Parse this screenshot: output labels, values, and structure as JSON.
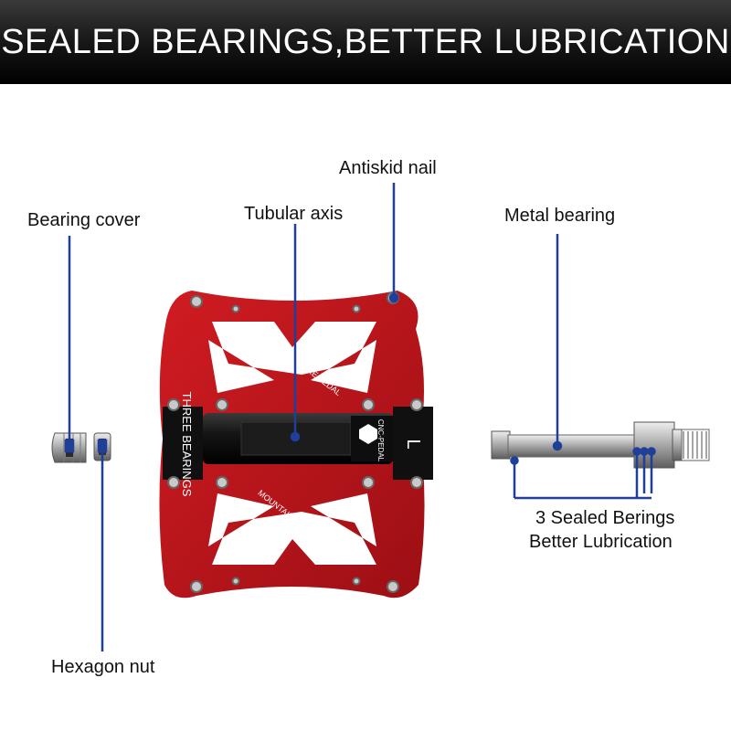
{
  "banner": {
    "title": "SEALED BEARINGS,BETTER LUBRICATION"
  },
  "labels": {
    "antiskid_nail": "Antiskid nail",
    "bearing_cover": "Bearing cover",
    "tubular_axis": "Tubular axis",
    "metal_bearing": "Metal bearing",
    "hexagon_nut": "Hexagon nut",
    "sealed_bearings_line1": "3 Sealed Berings",
    "sealed_bearings_line2": "Better Lubrication"
  },
  "pedal_text": {
    "three_bearings": "THREE BEARINGS",
    "mountain_bike_pedal_top": "MOUNTAIN BIKE PEDAL",
    "mountain_bike_pedal_bottom": "MOUNTAIN BIKE PEDAL",
    "brand": "CNC-PEDAL",
    "side_mark": "L"
  },
  "colors": {
    "pedal_red": "#b8141a",
    "leader_line": "#1f3f9a",
    "axle_black": "#111111",
    "banner_bg": "#111111"
  }
}
